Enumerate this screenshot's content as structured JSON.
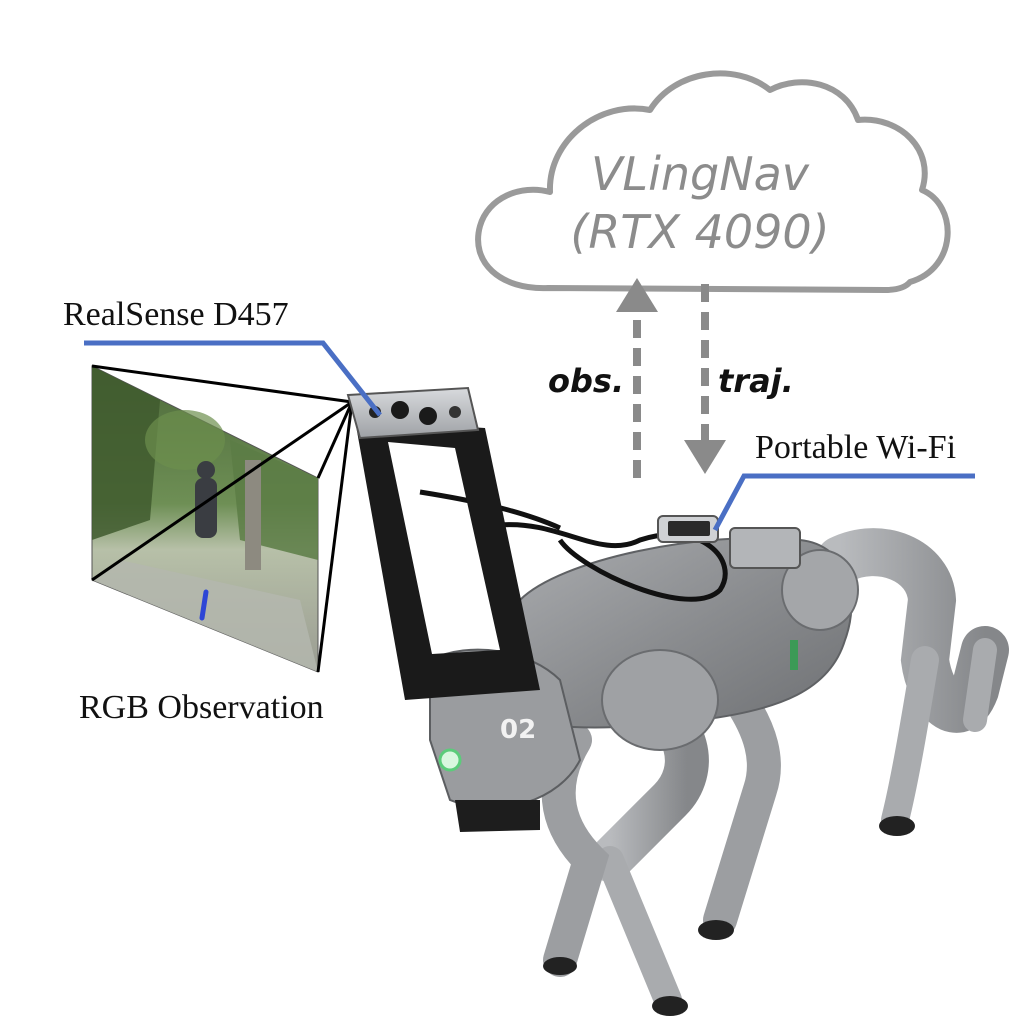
{
  "cloud": {
    "line1": "VLingNav",
    "line2": "(RTX 4090)"
  },
  "arrows": {
    "up_label": "obs.",
    "down_label": "traj."
  },
  "labels": {
    "camera": "RealSense D457",
    "wifi": "Portable Wi-Fi",
    "observation": "RGB Observation",
    "robot_number": "02"
  },
  "colors": {
    "callout_line": "#4a6fc4",
    "cloud_stroke": "#9a9a9a",
    "cloud_text": "#8c8c8c",
    "arrow": "#8a8a8a",
    "robot_body": "#8d8f92",
    "camera_mount": "#1a1a1a"
  }
}
